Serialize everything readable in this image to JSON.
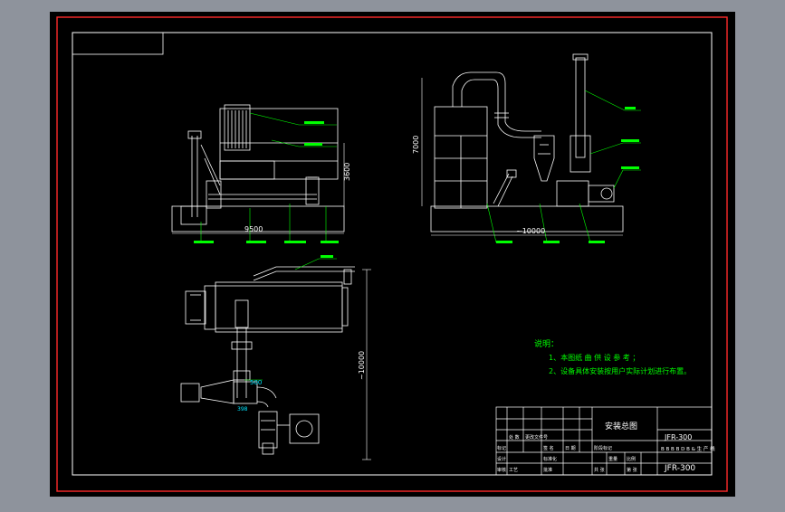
{
  "colors": {
    "window_bg": "#8e939c",
    "canvas": "#000000",
    "outer_border": "#ff2a2a",
    "line": "#ffffff",
    "dim": "#00ff00",
    "accent": "#00e5ff"
  },
  "drawing": {
    "dims": {
      "front_length": "9500",
      "front_height": "3600",
      "side_height": "7000",
      "side_length": "~10000",
      "plan_length": "~10000",
      "plan_dia": "500",
      "plan_small": "398"
    },
    "notes": {
      "title": "说明：",
      "line1": "1、本图纸 曲 供 设 参 考 ；",
      "line2": "2、设备具体安装按用户实际计划进行布置。"
    },
    "titleblock": {
      "drawing_title": "安装总图",
      "model_top": "JFR-300",
      "model_sub": "B B B B D B & 生 产 线",
      "model_bottom": "JFR-300",
      "cell_a": "标记",
      "cell_b": "处 数",
      "cell_c": "更改文件号",
      "cell_d": "签 名",
      "cell_e": "日 期",
      "cell_f": "设计",
      "cell_g": "标准化",
      "cell_h": "审核",
      "cell_i": "工艺",
      "cell_j": "批准",
      "cell_k": "阶段标记",
      "cell_l": "重量",
      "cell_m": "比例",
      "cell_n": "共   张",
      "cell_o": "第   张"
    }
  }
}
